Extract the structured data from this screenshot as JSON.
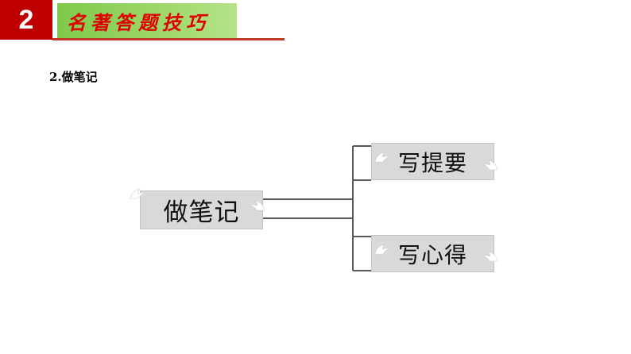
{
  "header": {
    "section_number": "2",
    "title": "名著答题技巧"
  },
  "subheading": "2.做笔记",
  "diagram": {
    "root": "做笔记",
    "children": [
      "写提要",
      "写心得"
    ]
  },
  "icons": {
    "node_decoration": "wing-icon"
  },
  "colors": {
    "number_box": "#c00000",
    "title_band": "#8fd05a",
    "title_text": "#e00000",
    "rule": "#c0392b",
    "node_fill": "#d9d9d9",
    "connector": "#595959"
  }
}
